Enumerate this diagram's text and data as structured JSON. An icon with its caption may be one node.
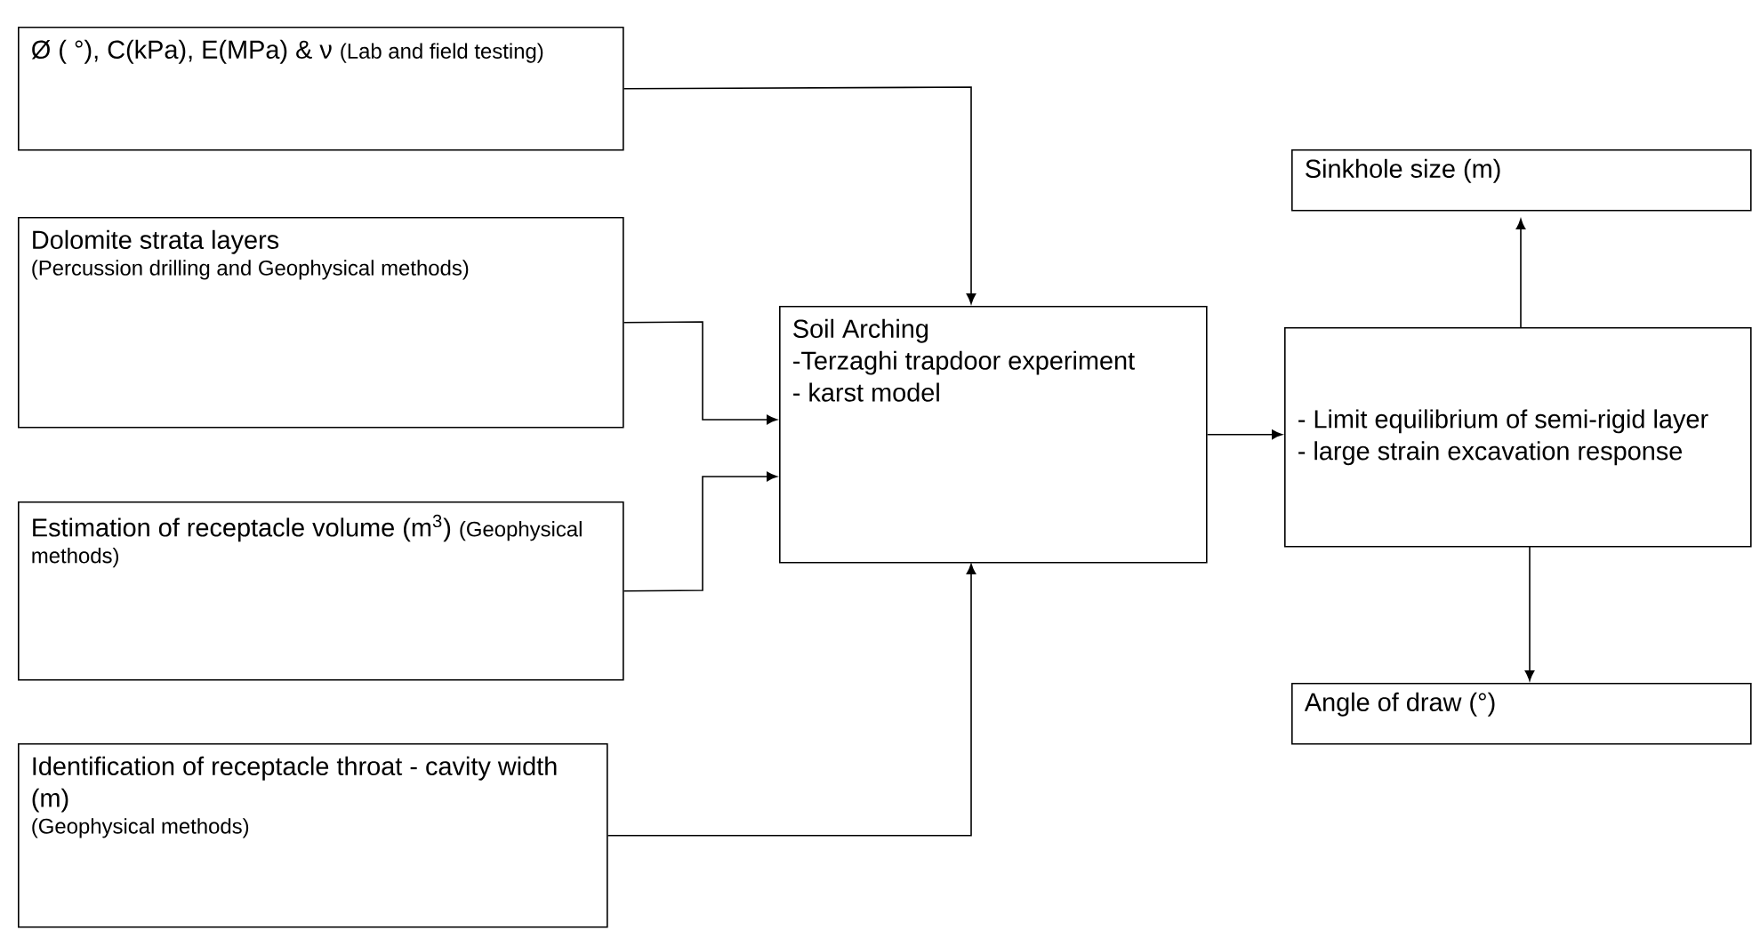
{
  "diagram": {
    "nodes": [
      {
        "text": [
          "Ø ( °), C(kPa), E(MPa) & ν",
          "(Lab and field testing)"
        ]
      },
      {
        "text": [
          "Dolomite strata layers",
          "(Percussion drilling and Geophysical methods)"
        ]
      },
      {
        "text": [
          "Estimation of receptacle volume (m$^{3}$)",
          "(Geophysical methods)"
        ]
      },
      {
        "text": [
          "Identification of receptacle throat - cavity width (m)",
          "(Geophysical methods)"
        ]
      },
      {
        "text": [
          "Soil Arching",
          "-Terzaghi trapdoor experiment",
          "- karst model"
        ]
      },
      {
        "text": [
          "- Limit equilibrium of semi-rigid layer",
          "- large strain excavation response"
        ]
      },
      {
        "text": [
          "Sinkhole size (m)"
        ]
      },
      {
        "text": [
          "Angle of draw (°)"
        ]
      }
    ],
    "edges": [
      {
        "from": 0,
        "to": 4,
        "arrow": "to"
      },
      {
        "from": 1,
        "to": 4,
        "arrow": "to"
      },
      {
        "from": 2,
        "to": 4,
        "arrow": "to"
      },
      {
        "from": 3,
        "to": 4,
        "arrow": "to"
      },
      {
        "from": 4,
        "to": 5,
        "arrow": "to"
      },
      {
        "from": 5,
        "to": 6,
        "arrow": "to"
      },
      {
        "from": 5,
        "to": 7,
        "arrow": "to"
      }
    ]
  }
}
